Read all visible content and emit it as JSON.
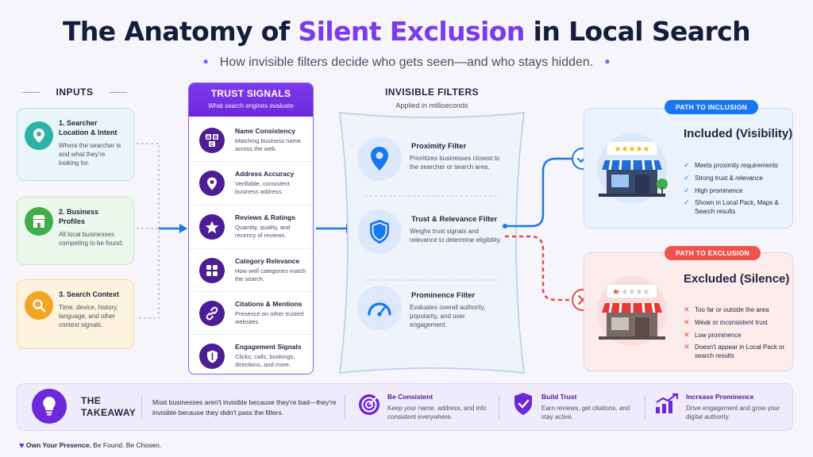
{
  "header": {
    "title_pre": "The Anatomy of ",
    "title_accent": "Silent Exclusion",
    "title_post": " in Local Search",
    "subtitle": "How invisible filters decide who gets seen—and who stays hidden."
  },
  "inputs": {
    "label": "INPUTS",
    "items": [
      {
        "title": "1. Searcher Location & Intent",
        "desc": "Where the searcher is and what they're looking for.",
        "icon": "location-pin-icon"
      },
      {
        "title": "2. Business Profiles",
        "desc": "All local businesses competing to be found.",
        "icon": "storefront-icon"
      },
      {
        "title": "3. Search Context",
        "desc": "Time, device, history, language, and other context signals.",
        "icon": "magnifier-icon"
      }
    ]
  },
  "trust_signals": {
    "title": "TRUST SIGNALS",
    "subtitle": "What search engines evaluate",
    "items": [
      {
        "title": "Name Consistency",
        "desc": "Matching business name across the web.",
        "icon": "abc-icon"
      },
      {
        "title": "Address Accuracy",
        "desc": "Verifiable, consistent business address.",
        "icon": "location-pin-icon"
      },
      {
        "title": "Reviews & Ratings",
        "desc": "Quantity, quality, and recency of reviews.",
        "icon": "star-icon"
      },
      {
        "title": "Category Relevance",
        "desc": "How well categories match the search.",
        "icon": "grid-icon"
      },
      {
        "title": "Citations & Mentions",
        "desc": "Presence on other trusted websites.",
        "icon": "link-icon"
      },
      {
        "title": "Engagement Signals",
        "desc": "Clicks, calls, bookings, directions, and more.",
        "icon": "shield-icon"
      }
    ]
  },
  "filters": {
    "title": "INVISIBLE FILTERS",
    "subtitle": "Applied in milliseconds",
    "items": [
      {
        "title": "Proximity Filter",
        "desc": "Prioritizes businesses closest to the searcher or search area.",
        "icon": "location-pin-icon"
      },
      {
        "title": "Trust & Relevance Filter",
        "desc": "Weighs trust signals and relevance to determine eligibility.",
        "icon": "shield-check-icon"
      },
      {
        "title": "Prominence Filter",
        "desc": "Evaluates overall authority, popularity, and user engagement.",
        "icon": "gauge-icon"
      }
    ]
  },
  "inclusion": {
    "pill": "PATH TO INCLUSION",
    "title": "Included (Visibility)",
    "items": [
      "Meets proximity requirements",
      "Strong trust & relevance",
      "High prominence",
      "Shown in Local Pack, Maps & Search results"
    ]
  },
  "exclusion": {
    "pill": "PATH TO EXCLUSION",
    "title": "Excluded (Silence)",
    "items": [
      "Too far or outside the area",
      "Weak or inconsistent trust",
      "Low prominence",
      "Doesn't appear in Local Pack or search results"
    ]
  },
  "takeaway": {
    "title": "THE TAKEAWAY",
    "text": "Most businesses aren't invisible because they're bad—they're invisible because they didn't pass the filters.",
    "items": [
      {
        "title": "Be Consistent",
        "desc": "Keep your name, address, and info consistent everywhere.",
        "icon": "target-icon"
      },
      {
        "title": "Build Trust",
        "desc": "Earn reviews, get citations, and stay active.",
        "icon": "shield-check-icon"
      },
      {
        "title": "Increase Prominence",
        "desc": "Drive engagement and grow your digital authority.",
        "icon": "growth-chart-icon"
      }
    ]
  },
  "footer": {
    "bold": "Own Your Presence.",
    "rest": " Be Found. Be Chosen."
  },
  "colors": {
    "purple": "#7c3aed",
    "blue": "#1877f2",
    "red": "#ef4444",
    "navy": "#151c3c"
  }
}
